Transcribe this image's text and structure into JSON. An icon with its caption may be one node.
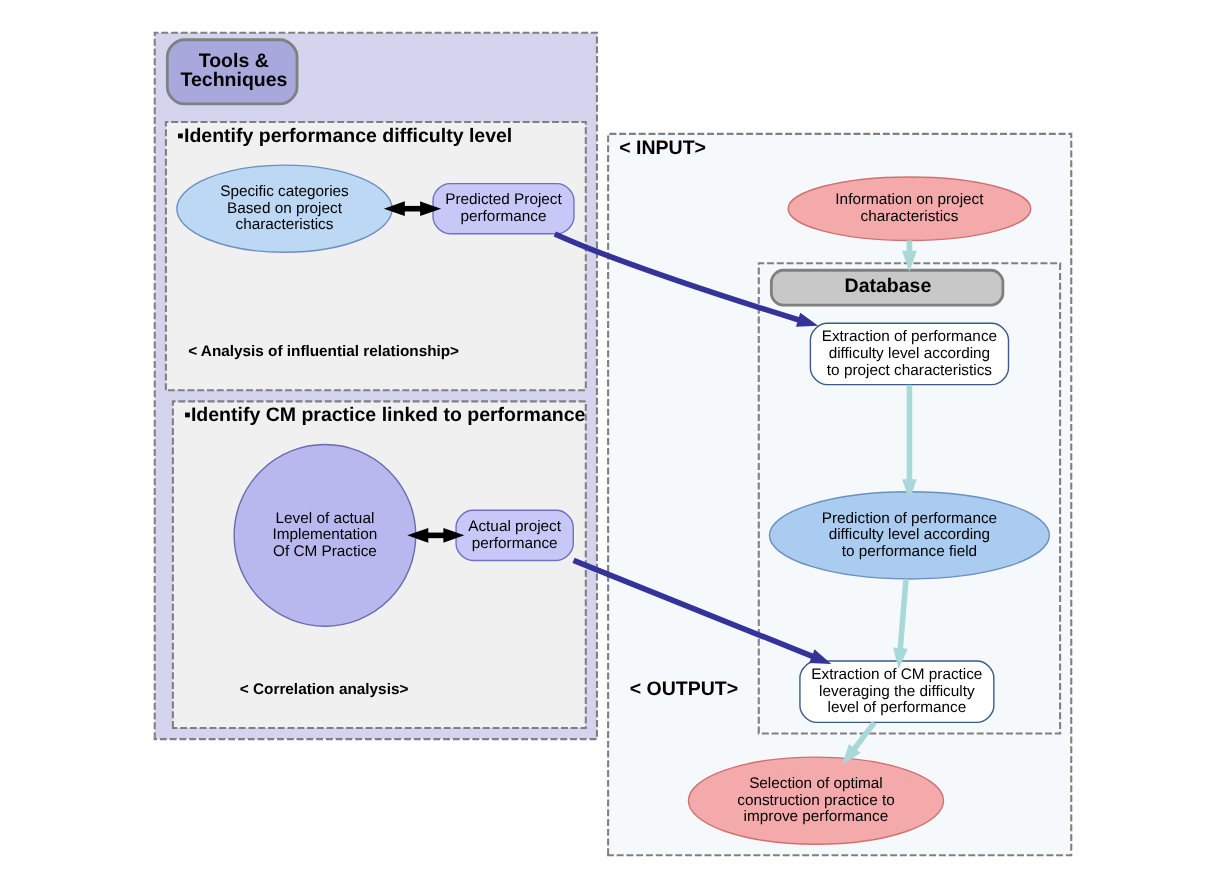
{
  "diagram": {
    "nodes": [
      {
        "text": [
          "Tools & Techniques"
        ]
      },
      {
        "text": [
          "▪Identify performance difficulty level"
        ],
        "in": 0,
        "beside": [
          "< Analysis of influential relationship>"
        ]
      },
      {
        "text": [
          "Specific categories Based on project characteristics"
        ],
        "in": 1
      },
      {
        "text": [
          "Predicted Project performance"
        ],
        "in": 1
      },
      {
        "text": [
          "▪Identify CM practice linked to performance"
        ],
        "in": 0,
        "beside": [
          "< Correlation analysis>"
        ]
      },
      {
        "text": [
          "Level of actual Implementation Of CM Practice"
        ],
        "in": 4
      },
      {
        "text": [
          "Actual project performance"
        ],
        "in": 4
      },
      {
        "text": [
          "< INPUT>"
        ]
      },
      {
        "text": [
          "Information on project characteristics"
        ],
        "in": 7
      },
      {
        "text": [
          "Database"
        ],
        "in": 7
      },
      {
        "text": [
          "Extraction of performance difficulty level according to project characteristics"
        ],
        "in": 9
      },
      {
        "text": [
          "Prediction of performance difficulty level according to performance field"
        ],
        "in": 9
      },
      {
        "text": [
          "Extraction of CM practice leveraging the difficulty level of performance"
        ],
        "in": 9
      },
      {
        "text": [
          "Selection of optimal construction practice to improve performance"
        ],
        "in": 7
      }
    ],
    "edges": [
      {
        "from": 2,
        "to": 3,
        "arrow": "both",
        "color": "#000000"
      },
      {
        "from": 5,
        "to": 6,
        "arrow": "both",
        "color": "#000000"
      },
      {
        "from": 3,
        "to": 10,
        "arrow": "to",
        "color": "#333399"
      },
      {
        "from": 6,
        "to": 12,
        "arrow": "to",
        "color": "#333399"
      },
      {
        "from": 8,
        "to": 10,
        "arrow": "to",
        "color": "#a8d8d8"
      },
      {
        "from": 10,
        "to": 11,
        "arrow": "to",
        "color": "#a8d8d8"
      },
      {
        "from": 11,
        "to": 12,
        "arrow": "to",
        "color": "#a8d8d8"
      },
      {
        "from": 12,
        "to": 13,
        "arrow": "to",
        "color": "#a8d8d8"
      }
    ],
    "labels": [
      "< OUTPUT>"
    ]
  }
}
